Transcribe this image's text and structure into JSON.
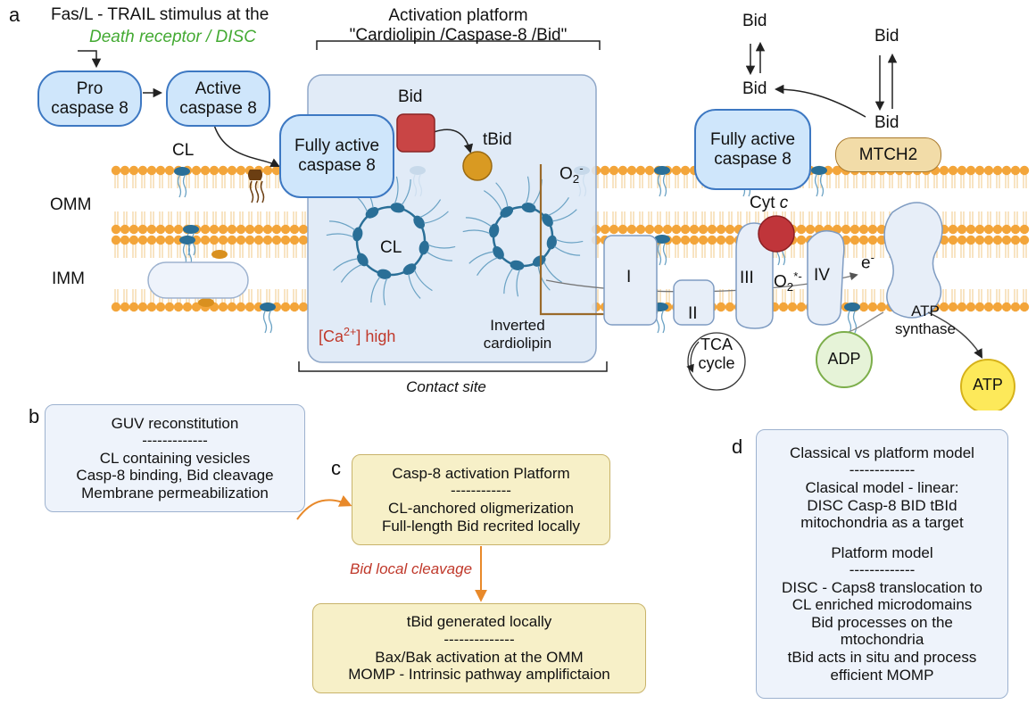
{
  "colors": {
    "membrane_head": "#f3a53a",
    "tail": "#6aa2c4",
    "cl": "#2a6f97",
    "caspase": "#3d78c2",
    "bid": "#c94545",
    "tbid": "#d99a22",
    "cytc": "#c0353a",
    "green": "#44aa33",
    "red": "#c0392b"
  },
  "a": {
    "panel": "a",
    "stimulus1": "Fas/L - TRAIL stimulus at the",
    "stimulus2a": "Death receptor",
    "stimulus2b": " / ",
    "stimulus2c": "DISC",
    "platform_title1": "Activation platform",
    "platform_title2": "\"Cardiolipin /Caspase-8 /Bid\"",
    "procasp1": "Pro",
    "procasp2": "caspase 8",
    "activecasp1": "Active",
    "activecasp2": "caspase 8",
    "fully1": "Fully active",
    "fully2": "caspase 8",
    "fully_r1": "Fully active",
    "fully_r2": "caspase 8",
    "cl": "CL",
    "omm": "OMM",
    "imm": "IMM",
    "bid": "Bid",
    "tbid": "tBid",
    "o2": "O",
    "o2_sub": "2",
    "o2_sup": "-",
    "cl_ring": "CL",
    "ca": "[Ca",
    "ca_sup": "2+",
    "ca_end": "] high",
    "inverted1": "Inverted",
    "inverted2": "cardiolipin",
    "contact": "Contact site",
    "bid_top": "Bid",
    "bid_mid": "Bid",
    "bid_low": "Bid",
    "bid_right": "Bid",
    "mtch2": "MTCH2",
    "cytc": "Cyt ",
    "cytc_i": "c",
    "c_I": "I",
    "c_II": "II",
    "c_III": "III",
    "c_IV": "IV",
    "o2b": "O",
    "o2b_sub": "2",
    "o2b_sup": "*-",
    "e": "e",
    "e_sup": "-",
    "tca1": "TCA",
    "tca2": "cycle",
    "atps1": "ATP",
    "atps2": "synthase",
    "adp": "ADP",
    "atp": "ATP"
  },
  "b": {
    "panel": "b",
    "title": "GUV reconstitution",
    "dash": "-------------",
    "l1": "CL containing vesicles",
    "l2": "Casp-8 binding, Bid cleavage",
    "l3": "Membrane permeabilization"
  },
  "c": {
    "panel": "c",
    "title": "Casp-8 activation Platform",
    "dash": "------------",
    "l1": "CL-anchored oligmerization",
    "l2": "Full-length Bid recrited locally",
    "arrow_label": "Bid local cleavage",
    "title2": "tBid generated locally",
    "dash2": "--------------",
    "l3": "Bax/Bak activation at the OMM",
    "l4": "MOMP - Intrinsic pathway amplifictaion"
  },
  "d": {
    "panel": "d",
    "title": "Classical vs platform model",
    "dash": "-------------",
    "l1": "Clasical model - linear:",
    "l2": "DISC Casp-8 BID tBId",
    "l3": "mitochondria as a target",
    "title2": "Platform model",
    "dash2": "-------------",
    "l4": "DISC - Caps8 translocation to",
    "l5": "CL enriched microdomains",
    "l6": "Bid processes on the",
    "l7": "mtochondria",
    "l8": "tBid acts in situ and process",
    "l9": "efficient MOMP"
  }
}
